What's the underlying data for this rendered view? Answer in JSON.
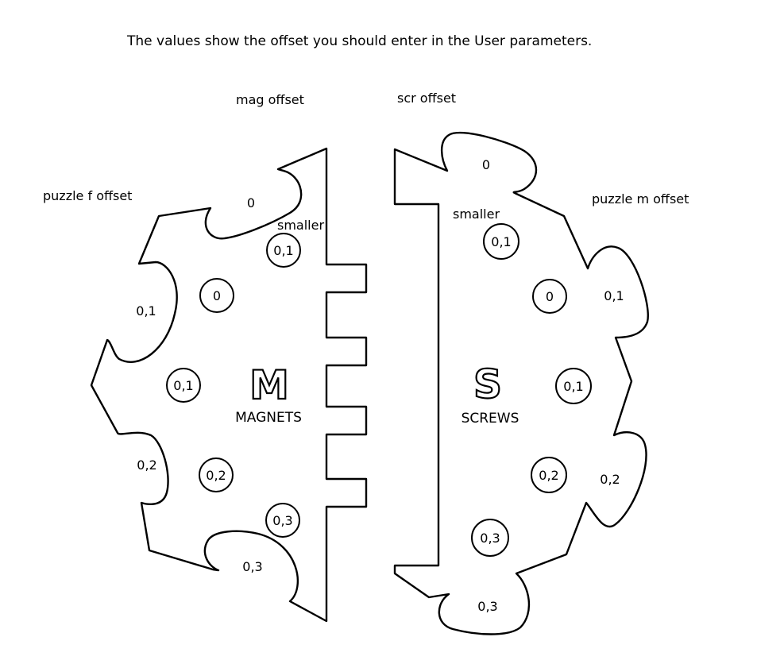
{
  "instruction": "The values show the offset you should enter in the User parameters.",
  "labels": {
    "mag_offset": "mag offset",
    "scr_offset": "scr offset",
    "puzzle_f_offset": "puzzle f offset",
    "puzzle_m_offset": "puzzle m offset"
  },
  "magnets_piece": {
    "letter": "M",
    "caption": "MAGNETS",
    "smaller_note": "smaller",
    "mag_circle_value": "0,1",
    "tab_values": [
      "0",
      "0,1",
      "0,2",
      "0,3"
    ],
    "circle_values": [
      "0",
      "0,1",
      "0,2",
      "0,3"
    ]
  },
  "screws_piece": {
    "letter": "S",
    "caption": "SCREWS",
    "smaller_note": "smaller",
    "scr_circle_value": "0,1",
    "tab_values": [
      "0",
      "0,1",
      "0,2",
      "0,3"
    ],
    "circle_values": [
      "0",
      "0,1",
      "0,2",
      "0,3"
    ]
  }
}
